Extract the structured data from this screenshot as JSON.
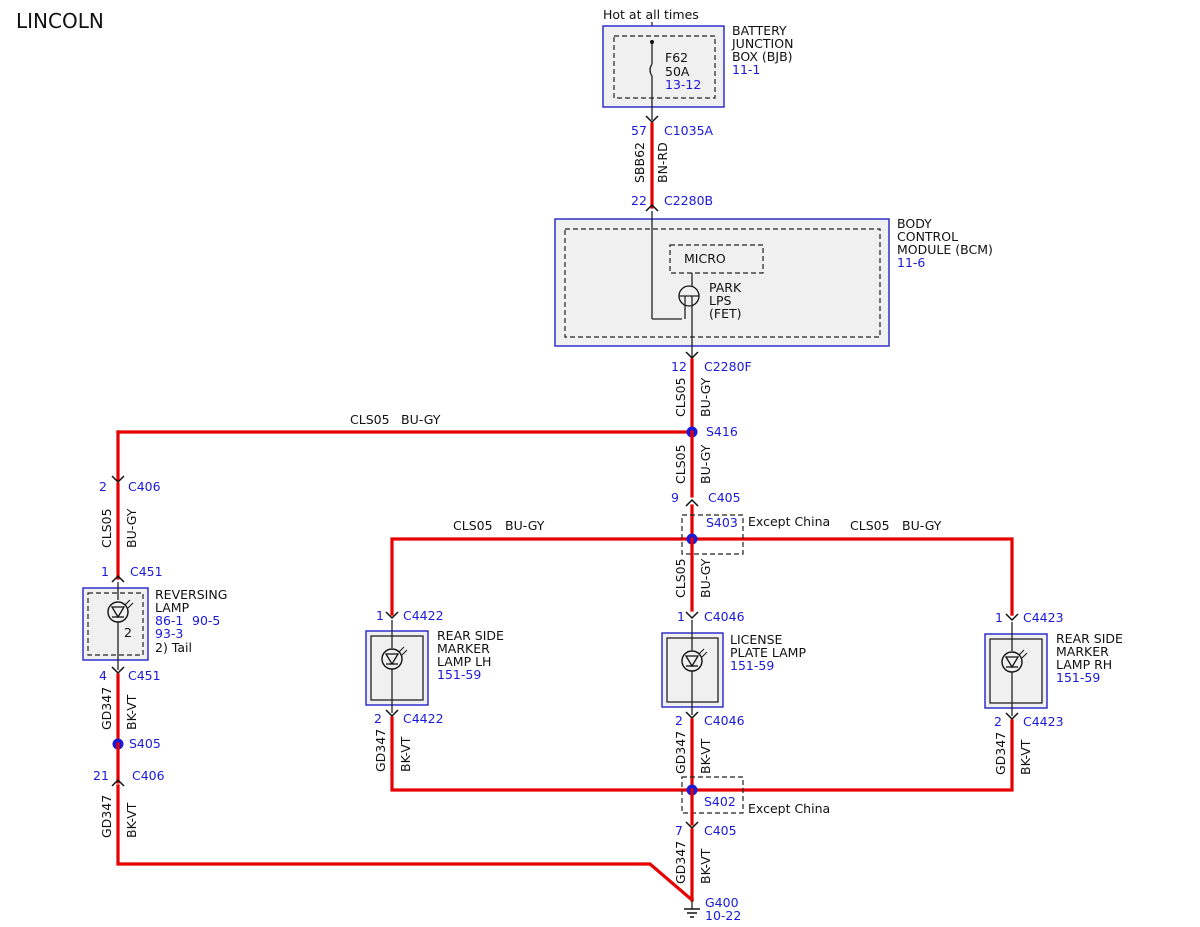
{
  "brand": "LINCOLN",
  "power": {
    "label": "Hot at all times",
    "module": {
      "lines": [
        "BATTERY",
        "JUNCTION",
        "BOX (BJB)"
      ],
      "ref": "11-1"
    },
    "fuse": {
      "name": "F62",
      "rating": "50A",
      "ref": "13-12"
    },
    "conn_out": {
      "pin": "57",
      "name": "C1035A"
    },
    "wire": {
      "circuit": "SBB62",
      "color": "BN-RD"
    },
    "conn_in": {
      "pin": "22",
      "name": "C2280B"
    }
  },
  "bcm": {
    "lines": [
      "BODY",
      "CONTROL",
      "MODULE (BCM)"
    ],
    "ref": "11-6",
    "micro": "MICRO",
    "fet": [
      "PARK",
      "LPS",
      "(FET)"
    ],
    "conn_out": {
      "pin": "12",
      "name": "C2280F"
    },
    "wire": {
      "circuit": "CLS05",
      "color": "BU-GY"
    }
  },
  "splices": {
    "s416": "S416",
    "s403": "S403",
    "s403_note": "Except China",
    "s402": "S402",
    "s402_note": "Except China",
    "s405": "S405"
  },
  "feed": {
    "top_wire": {
      "circuit": "CLS05",
      "color": "BU-GY"
    },
    "c405_top": {
      "pin": "9",
      "name": "C405"
    },
    "mid_wire": {
      "circuit": "CLS05",
      "color": "BU-GY"
    },
    "left_branch": {
      "circuit": "CLS05",
      "color": "BU-GY"
    },
    "right_branch": {
      "circuit": "CLS05",
      "color": "BU-GY"
    },
    "center_wire": {
      "circuit": "CLS05",
      "color": "BU-GY"
    }
  },
  "reversing": {
    "c406_top": {
      "pin": "2",
      "name": "C406"
    },
    "wire": {
      "circuit": "CLS05",
      "color": "BU-GY"
    },
    "conn_in": {
      "pin": "1",
      "name": "C451"
    },
    "lines": [
      "REVERSING",
      "LAMP"
    ],
    "refs": [
      "86-1",
      "90-5",
      "93-3"
    ],
    "inner_pin": "2",
    "note": "2) Tail",
    "conn_out": {
      "pin": "4",
      "name": "C451"
    },
    "gnd_wire1": {
      "circuit": "GD347",
      "color": "BK-VT"
    },
    "c406_bottom": {
      "pin": "21",
      "name": "C406"
    },
    "gnd_wire2": {
      "circuit": "GD347",
      "color": "BK-VT"
    }
  },
  "lamp_lh": {
    "conn_in": {
      "pin": "1",
      "name": "C4422"
    },
    "lines": [
      "REAR SIDE",
      "MARKER",
      "LAMP LH"
    ],
    "ref": "151-59",
    "conn_out": {
      "pin": "2",
      "name": "C4422"
    },
    "gnd_wire": {
      "circuit": "GD347",
      "color": "BK-VT"
    }
  },
  "license": {
    "conn_in": {
      "pin": "1",
      "name": "C4046"
    },
    "lines": [
      "LICENSE",
      "PLATE LAMP"
    ],
    "ref": "151-59",
    "conn_out": {
      "pin": "2",
      "name": "C4046"
    },
    "gnd_wire": {
      "circuit": "GD347",
      "color": "BK-VT"
    }
  },
  "lamp_rh": {
    "conn_in": {
      "pin": "1",
      "name": "C4423"
    },
    "lines": [
      "REAR SIDE",
      "MARKER",
      "LAMP RH"
    ],
    "ref": "151-59",
    "conn_out": {
      "pin": "2",
      "name": "C4423"
    },
    "gnd_wire": {
      "circuit": "GD347",
      "color": "BK-VT"
    }
  },
  "ground": {
    "c405_bottom": {
      "pin": "7",
      "name": "C405"
    },
    "wire": {
      "circuit": "GD347",
      "color": "BK-VT"
    },
    "name": "G400",
    "ref": "10-22"
  },
  "colors": {
    "wire": "#e60000",
    "module_border": "#2323c8",
    "label_blue": "#1a1adb"
  }
}
